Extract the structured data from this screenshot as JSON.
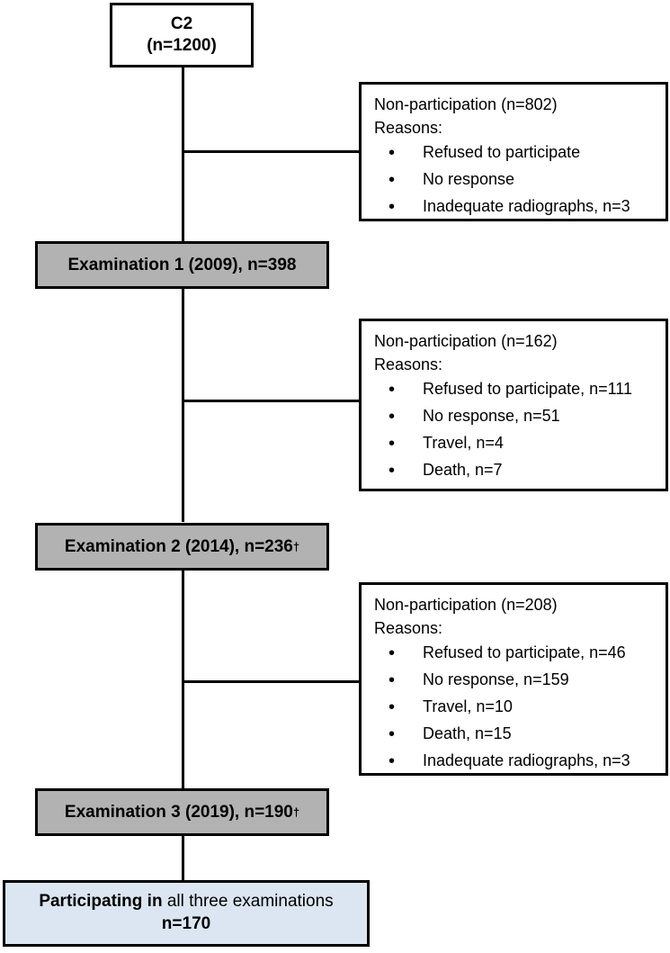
{
  "diagram": {
    "title_box": {
      "line1": "C2",
      "line2": "(n=1200)"
    },
    "exam_boxes": [
      {
        "label": "Examination 1 (2009), n=398",
        "dagger": ""
      },
      {
        "label": "Examination 2 (2014), n=236",
        "dagger": "†"
      },
      {
        "label": "Examination 3 (2019), n=190",
        "dagger": "†"
      }
    ],
    "nonparticipation_boxes": [
      {
        "heading": "Non-participation (n=802)",
        "reasons_label": "Reasons:",
        "reasons": [
          "Refused to participate",
          "No response",
          "Inadequate radiographs, n=3"
        ]
      },
      {
        "heading": "Non-participation (n=162)",
        "reasons_label": "Reasons:",
        "reasons": [
          "Refused to participate, n=111",
          "No response, n=51",
          "Travel, n=4",
          "Death, n=7"
        ]
      },
      {
        "heading": "Non-participation (n=208)",
        "reasons_label": "Reasons:",
        "reasons": [
          "Refused to participate, n=46",
          "No response, n=159",
          "Travel, n=10",
          "Death, n=15",
          "Inadequate radiographs, n=3"
        ]
      }
    ],
    "final_box": {
      "bold_part": "Participating in",
      "rest_part": " all three examinations",
      "line2": "n=170"
    },
    "colors": {
      "exam_fill": "#b2b2b2",
      "final_fill": "#dce6f2",
      "stroke": "#000000",
      "background": "#ffffff"
    }
  }
}
